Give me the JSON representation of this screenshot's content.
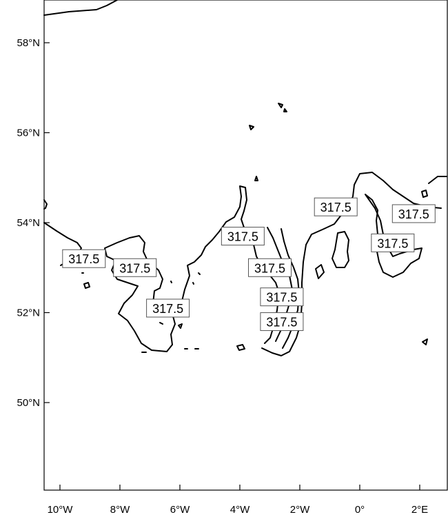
{
  "map": {
    "contour_level": "317.5",
    "y_ticks": [
      {
        "label": "58°N",
        "lat": 58
      },
      {
        "label": "56°N",
        "lat": 56
      },
      {
        "label": "54°N",
        "lat": 54
      },
      {
        "label": "52°N",
        "lat": 52
      },
      {
        "label": "50°N",
        "lat": 50
      }
    ],
    "x_ticks": [
      {
        "label": "10°W",
        "lon": -10
      },
      {
        "label": "8°W",
        "lon": -8
      },
      {
        "label": "6°W",
        "lon": -6
      },
      {
        "label": "4°W",
        "lon": -4
      },
      {
        "label": "2°W",
        "lon": -2
      },
      {
        "label": "0°",
        "lon": 0
      },
      {
        "label": "2°E",
        "lon": 2
      }
    ],
    "contour_labels": [
      {
        "text": "317.5",
        "lon": -9.2,
        "lat": 53.2
      },
      {
        "text": "317.5",
        "lon": -7.5,
        "lat": 53.0
      },
      {
        "text": "317.5",
        "lon": -6.4,
        "lat": 52.1
      },
      {
        "text": "317.5",
        "lon": -3.9,
        "lat": 53.7
      },
      {
        "text": "317.5",
        "lon": -3.0,
        "lat": 53.0
      },
      {
        "text": "317.5",
        "lon": -2.6,
        "lat": 52.35
      },
      {
        "text": "317.5",
        "lon": -2.6,
        "lat": 51.8
      },
      {
        "text": "317.5",
        "lon": -0.8,
        "lat": 54.35
      },
      {
        "text": "317.5",
        "lon": 1.1,
        "lat": 53.55
      },
      {
        "text": "317.5",
        "lon": 1.8,
        "lat": 54.2
      }
    ]
  }
}
